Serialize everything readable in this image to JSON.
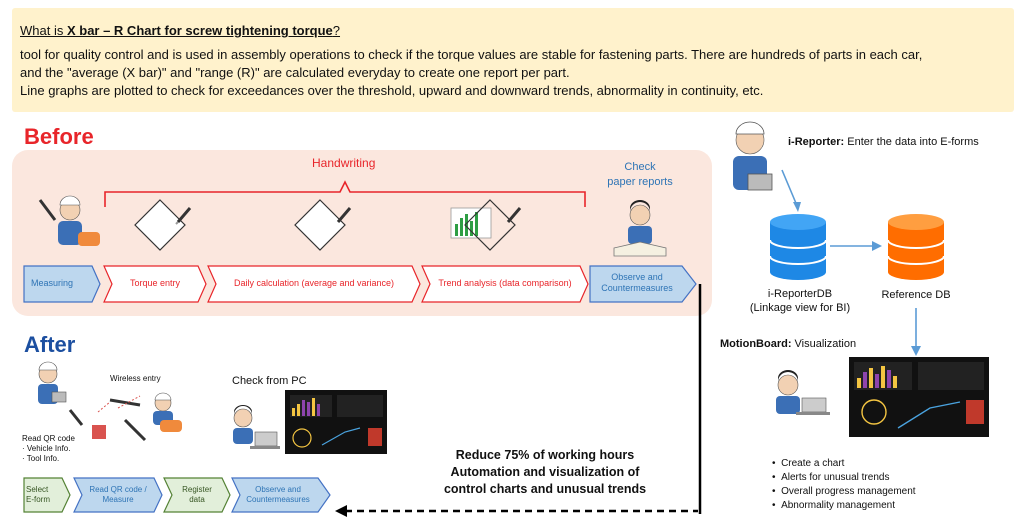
{
  "header": {
    "title_prefix": "What is ",
    "title_bold": "X bar – R Chart for screw tightening torque",
    "title_suffix": "?",
    "line1": "tool for quality control and is used in assembly operations to check if the torque values are stable for fastening parts. There are hundreds of parts in each car,",
    "line2": "and the \"average (X bar)\" and \"range (R)\" are calculated everyday to create one report per part.",
    "line3": "Line graphs are plotted to check for exceedances over the threshold, upward and downward trends, abnormality in continuity, etc."
  },
  "before": {
    "title": "Before",
    "handwriting": "Handwriting",
    "check_line1": "Check",
    "check_line2": "paper reports",
    "steps": [
      "Measuring",
      "Torque entry",
      "Daily calculation (average and variance)",
      "Trend analysis (data comparison)"
    ],
    "last_step_line1": "Observe and",
    "last_step_line2": "Countermeasures"
  },
  "after": {
    "title": "After",
    "wireless_entry": "Wireless entry",
    "check_from_pc": "Check from PC",
    "qr_line1": "Read QR code",
    "qr_line2": "· Vehicle Info.",
    "qr_line3": "· Tool Info.",
    "reduce_line1": "Reduce 75% of working hours",
    "reduce_line2": "Automation and visualization of",
    "reduce_line3": "control charts and unusual trends",
    "steps": [
      {
        "l1": "Select",
        "l2": "E-form"
      },
      {
        "l1": "Read QR code /",
        "l2": "Measure"
      },
      {
        "l1": "Register",
        "l2": "data"
      },
      {
        "l1": "Observe and",
        "l2": "Countermeasures"
      }
    ]
  },
  "right": {
    "ireporter_bold": "i-Reporter:",
    "ireporter_text": " Enter the data into E-forms",
    "db1_line1": "i-ReporterDB",
    "db1_line2": "(Linkage view for BI)",
    "db2": "Reference DB",
    "motion_bold": "MotionBoard:",
    "motion_text": " Visualization",
    "bullets": [
      "Create a chart",
      "Alerts for unusual trends",
      "Overall progress management",
      "Abnormality management"
    ]
  },
  "colors": {
    "red": "#e8252a",
    "blue": "#2e74b5",
    "header_bg": "#fff2cc",
    "before_bg": "#fbe7de",
    "after_bg": "#eef1f6",
    "db_blue": "#1e88e5",
    "db_orange": "#ff6d00"
  }
}
